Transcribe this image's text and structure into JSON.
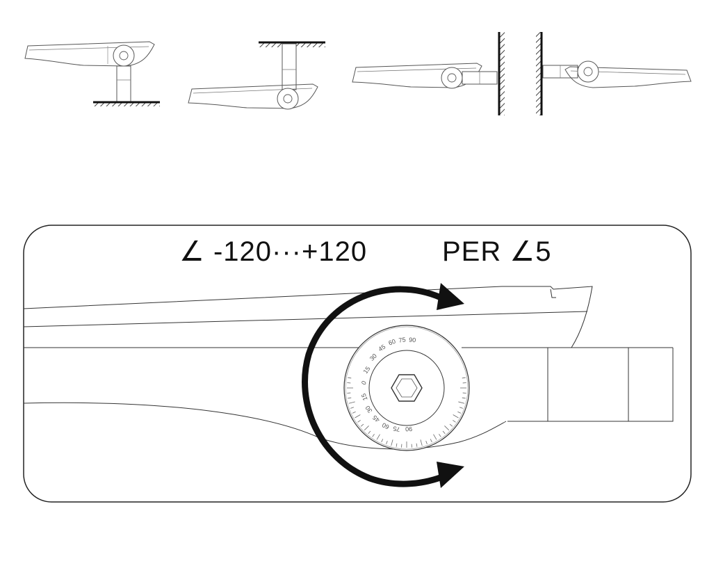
{
  "labels": {
    "rotation_range": "∠ -120···+120",
    "rotation_step": "PER ∠5"
  },
  "dial": {
    "scale_upper": [
      "0",
      "15",
      "30",
      "45",
      "60",
      "75",
      "90"
    ],
    "scale_lower": [
      "15",
      "30",
      "45",
      "60",
      "75",
      "90"
    ]
  },
  "colors": {
    "line": "#333333",
    "arrow": "#111111",
    "mount_hatch": "#111111",
    "background": "#ffffff"
  },
  "icons": [
    "rotate-clockwise-arrow-icon",
    "hex-bolt-icon",
    "angle-dial-icon",
    "mounting-surface-icon"
  ]
}
